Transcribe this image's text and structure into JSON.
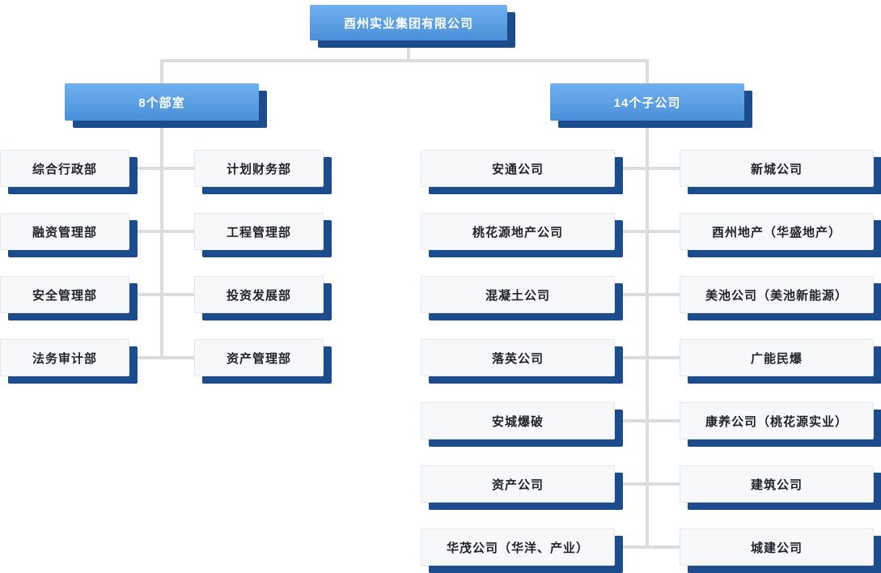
{
  "root": {
    "label": "酉州实业集团有限公司"
  },
  "branches": [
    {
      "label": "8个部室",
      "children_left": [
        "综合行政部",
        "融资管理部",
        "安全管理部",
        "法务审计部"
      ],
      "children_right": [
        "计划财务部",
        "工程管理部",
        "投资发展部",
        "资产管理部"
      ]
    },
    {
      "label": "14个子公司",
      "children_left": [
        "安通公司",
        "桃花源地产公司",
        "混凝土公司",
        "落英公司",
        "安城爆破",
        "资产公司",
        "华茂公司（华洋、产业）"
      ],
      "children_right": [
        "新城公司",
        "酉州地产（华盛地产）",
        "美池公司（美池新能源）",
        "广能民爆",
        "康养公司（桃花源实业）",
        "建筑公司",
        "城建公司"
      ]
    }
  ],
  "colors": {
    "shadow_navy": "#1c4c8c",
    "box_blue_top": "#6fb1ef",
    "box_blue_bottom": "#4a8fd8",
    "line_gray": "#dcdcdc",
    "node_bg": "#f7f8fa",
    "node_border": "#e4e7eb",
    "text_dark": "#1f2329"
  }
}
